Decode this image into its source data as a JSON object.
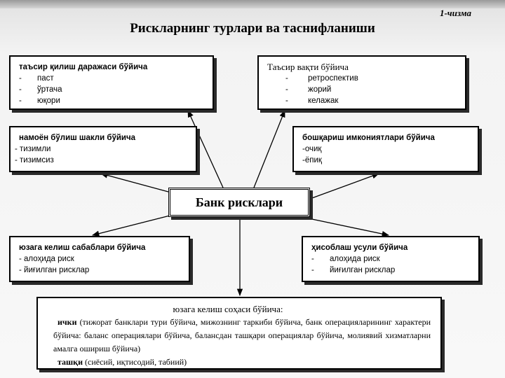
{
  "figure_number": "1-чизма",
  "title": "Рискларнинг турлари ва таснифланиши",
  "center": "Банк рисклари",
  "box_impact": {
    "heading": "таъсир қилиш даражаси бўйича",
    "items": [
      "паст",
      "ўртача",
      "юқори"
    ]
  },
  "box_time": {
    "heading": "Таъсир вақти бўйича",
    "items": [
      "ретроспектив",
      "жорий",
      "келажак"
    ]
  },
  "box_form": {
    "heading": "намоён бўлиш шакли бўйича",
    "items": [
      "- тизимли",
      "- тизимсиз"
    ]
  },
  "box_control": {
    "heading": "бошқариш имкониятлари бўйича",
    "items": [
      "-очиқ",
      "-ёпиқ"
    ]
  },
  "box_causes": {
    "heading": "юзага келиш сабаблари бўйича",
    "items": [
      "- алоҳида риск",
      "- йиғилган рисклар"
    ]
  },
  "box_calc": {
    "heading": "ҳисоблаш усули бўйича",
    "items": [
      "алоҳида риск",
      "йиғилган рисклар"
    ]
  },
  "box_sphere": {
    "heading": "юзага келиш соҳаси бўйича:",
    "internal_label": "ички",
    "internal_text": "(тижорат банклари тури бўйича, мижознинг таркиби бўйича, банк операцияларининг характери бўйича: баланс операциялари бўйича, балансдан ташқари операциялар бўйича, молиявий хизматларни амалга ошириш бўйича)",
    "external_label": "ташқи",
    "external_text": "(сиёсий, иқтисодий, табиий)"
  },
  "dash": "-"
}
